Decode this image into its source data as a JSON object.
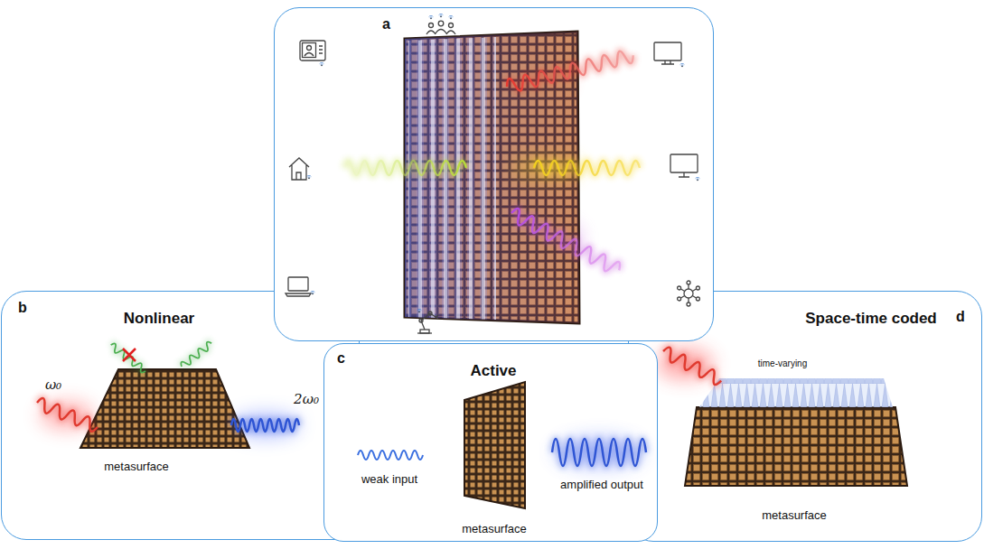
{
  "diagram": {
    "nodes": [
      {
        "text": [
          "a"
        ]
      },
      {
        "text": [
          "b",
          "Nonlinear"
        ]
      },
      {
        "text": [
          "c",
          "Active"
        ]
      },
      {
        "text": [
          "Space-time coded",
          "d"
        ]
      }
    ],
    "labels": [
      "ω₀",
      "2ω₀",
      "metasurface",
      "weak input",
      "amplified output",
      "metasurface",
      "time-varying",
      "metasurface"
    ]
  }
}
